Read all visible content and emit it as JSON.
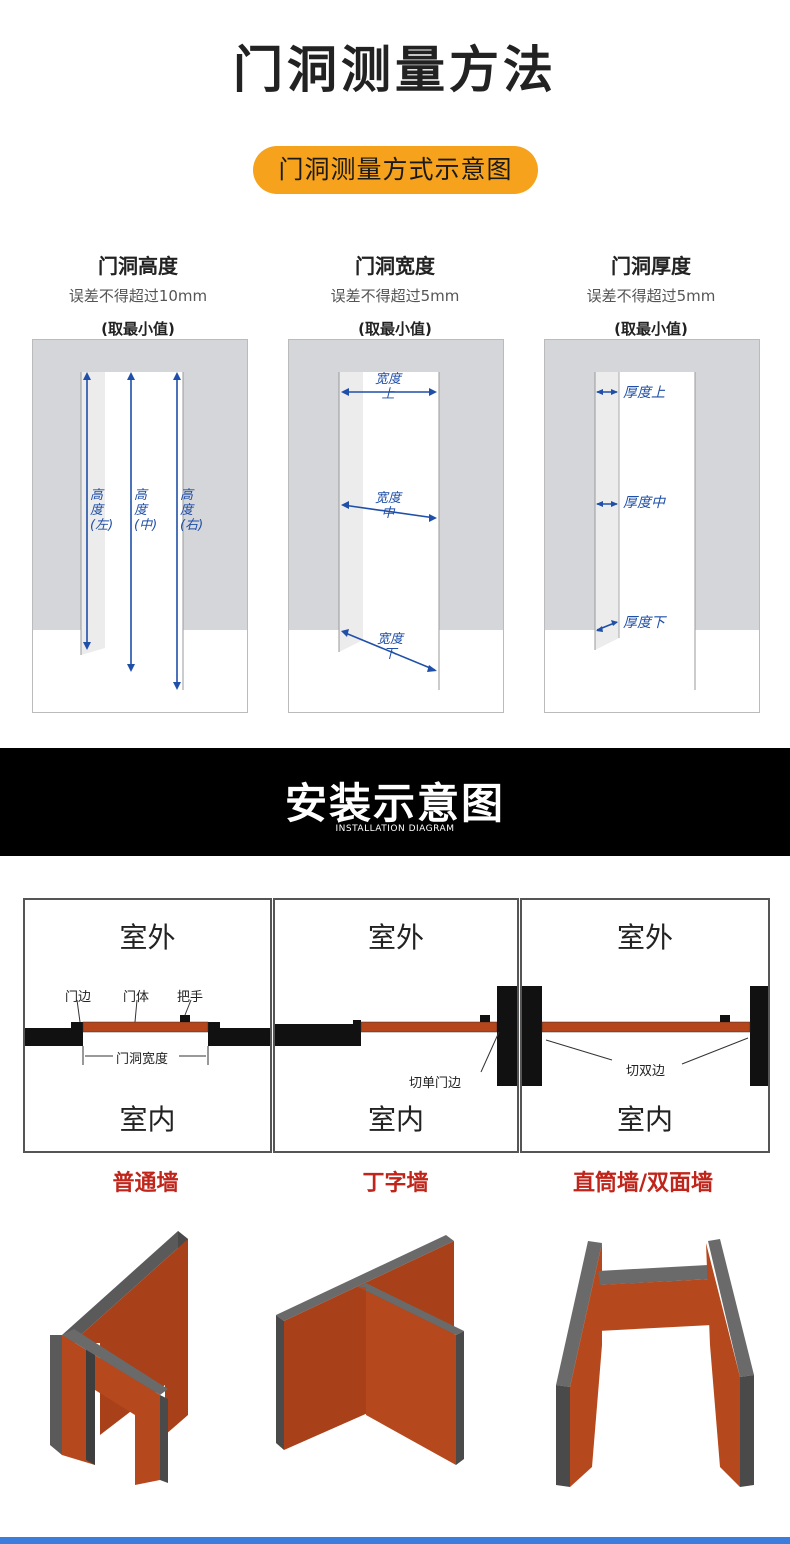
{
  "title": "门洞测量方法",
  "pill": "门洞测量方式示意图",
  "columns": [
    {
      "heading": "门洞高度",
      "sub": "误差不得超过10mm",
      "note": "(取最小值)",
      "labels": [
        "高度(左)",
        "高度(中)",
        "高度(右)"
      ]
    },
    {
      "heading": "门洞宽度",
      "sub": "误差不得超过5mm",
      "note": "(取最小值)",
      "labels": [
        "宽度上",
        "宽度中",
        "宽度下"
      ]
    },
    {
      "heading": "门洞厚度",
      "sub": "误差不得超过5mm",
      "note": "(取最小值)",
      "labels": [
        "厚度上",
        "厚度中",
        "厚度下"
      ]
    }
  ],
  "band": {
    "title": "安装示意图",
    "subtitle": "INSTALLATION DIAGRAM"
  },
  "install": [
    {
      "outside": "室外",
      "inside": "室内",
      "labels": {
        "a": "门边",
        "b": "门体",
        "c": "把手",
        "d": "门洞宽度"
      },
      "wall": "普通墙"
    },
    {
      "outside": "室外",
      "inside": "室内",
      "labels": {
        "a": "切单门边"
      },
      "wall": "丁字墙"
    },
    {
      "outside": "室外",
      "inside": "室内",
      "labels": {
        "a": "切双边"
      },
      "wall": "直筒墙/双面墙"
    }
  ],
  "colors": {
    "accent": "#f6a21c",
    "wallRed": "#c0251b",
    "door": "#b5451b",
    "measure": "#1f4fa8",
    "footer": "#3b7ddd"
  }
}
